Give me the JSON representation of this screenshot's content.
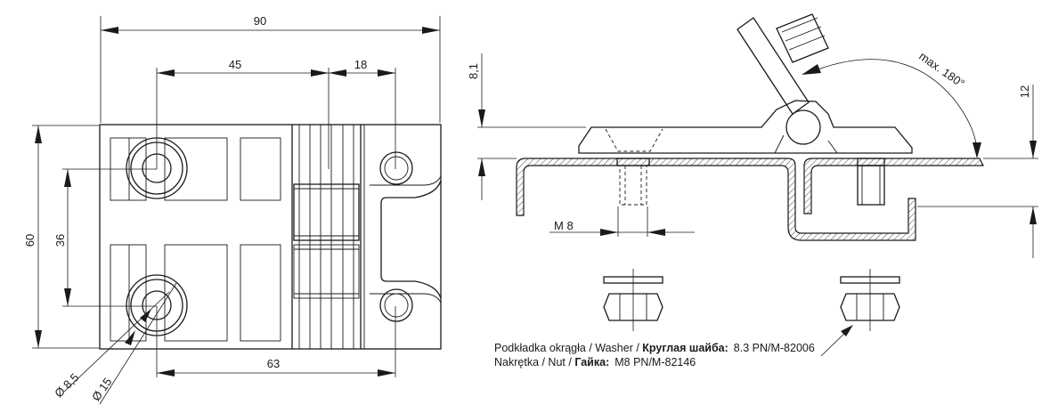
{
  "dimensions": {
    "overall_width": "90",
    "hole_spacing_x": "45",
    "right_offset": "18",
    "overall_height": "60",
    "hole_spacing_y": "36",
    "bottom_spacing": "63",
    "small_hole_dia": "Ø 8,5",
    "counterbore_dia": "Ø 15",
    "side_height_top": "8,1",
    "side_height_right": "12",
    "thread": "M 8",
    "max_angle": "max. 180°"
  },
  "notes": {
    "washer_prefix": "Podkładka okrągła / Washer / ",
    "washer_ru": "Круглая шайба:",
    "washer_spec": "8.3 PN/M-82006",
    "nut_prefix": "Nakrętka / Nut / ",
    "nut_ru": "Гайка:",
    "nut_spec": "M8 PN/M-82146"
  }
}
